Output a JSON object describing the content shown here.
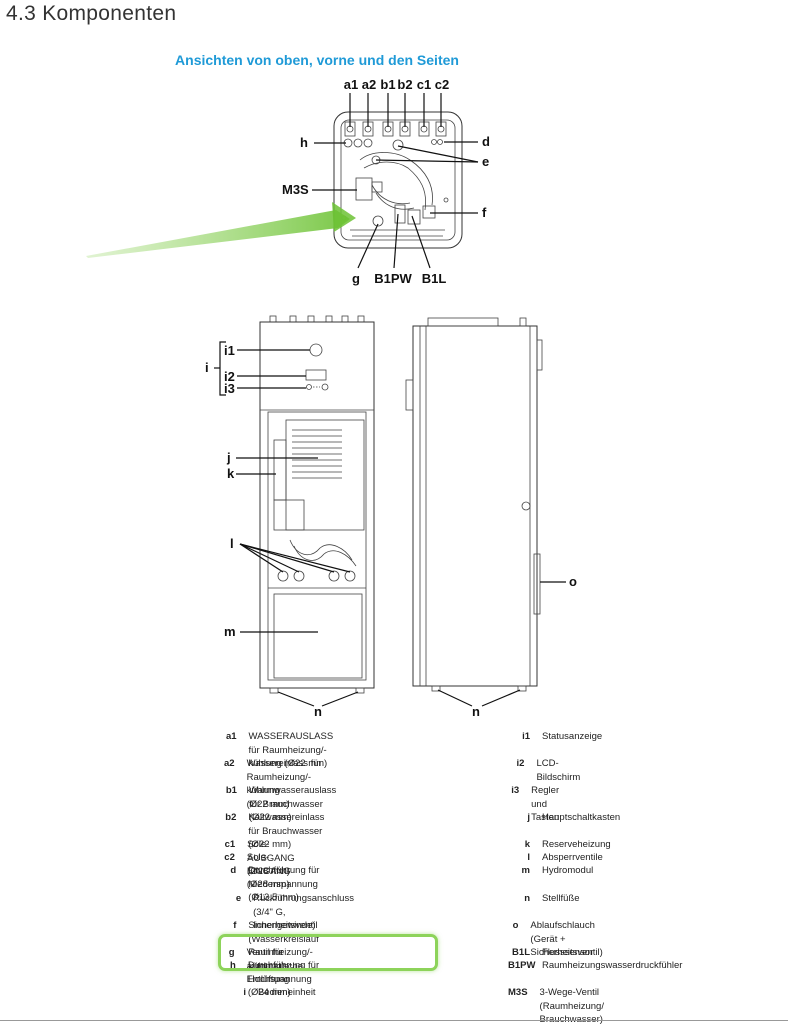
{
  "heading": "4.3  Komponenten",
  "subheading": "Ansichten von oben, vorne und den Seiten",
  "labels": {
    "a1": "a1",
    "a2": "a2",
    "b1": "b1",
    "b2": "b2",
    "c1": "c1",
    "c2": "c2",
    "h": "h",
    "d": "d",
    "e": "e",
    "m3s": "M3S",
    "f": "f",
    "g": "g",
    "b1pw": "B1PW",
    "b1l": "B1L",
    "i": "i",
    "i1": "i1",
    "i2": "i2",
    "i3": "i3",
    "j": "j",
    "k": "k",
    "l": "l",
    "m": "m",
    "n_front": "n",
    "n_side": "n",
    "o": "o"
  },
  "legend_left": [
    {
      "key": "a1",
      "text": "WASSERAUSLASS für Raumheizung/-\nkühlung (Ø22 mm)"
    },
    {
      "key": "a2",
      "text": "Wassereinlass für Raumheizung/-kühlung\n(Ø22 mm)"
    },
    {
      "key": "b1",
      "text": "Warmwasserauslass für Brauchwasser\n(Ø22 mm)"
    },
    {
      "key": "b2",
      "text": "Kaltwassereinlass für Brauchwasser\n(Ø22 mm)"
    },
    {
      "key": "c1",
      "text": "Sole-AUSGANG (Ø28 mm)"
    },
    {
      "key": "c2",
      "text": "Sole-EINGANG (Ø28 mm)"
    },
    {
      "key": "d",
      "text": "Durchführung für Niederspannung\n(Ø13,5 mm)"
    },
    {
      "key": "e",
      "text": "Rückführungsanschluss (3/4\" G,\nInnengewinde)"
    },
    {
      "key": "f",
      "text": "Sicherheitsventil (Wasserkreislauf\nRaumheizung/-kühlung)"
    },
    {
      "key": "g",
      "text": "Ventil für automatische Entlüftung"
    },
    {
      "key": "h",
      "text": "Durchführung für Hochspannung\n(Ø24 mm)"
    },
    {
      "key": "i",
      "text": "Bedieneinheit"
    }
  ],
  "legend_right": [
    {
      "key": "i1",
      "text": "Statusanzeige"
    },
    {
      "key": "i2",
      "text": "LCD-Bildschirm"
    },
    {
      "key": "i3",
      "text": "Regler und Tasten"
    },
    {
      "key": "j",
      "text": "Hauptschaltkasten"
    },
    {
      "key": "k",
      "text": "Reserveheizung"
    },
    {
      "key": "l",
      "text": "Absperrventile"
    },
    {
      "key": "m",
      "text": "Hydromodul"
    },
    {
      "key": "n",
      "text": "Stellfüße"
    },
    {
      "key": "o",
      "text": "Ablaufschlauch (Gerät + Sicherheitsventil)"
    },
    {
      "key": "B1L",
      "text": "Flusssensor"
    },
    {
      "key": "B1PW",
      "text": "Raumheizungswasserdruckfühler"
    },
    {
      "key": "M3S",
      "text": "3-Wege-Ventil (Raumheizung/\nBrauchwasser)"
    }
  ]
}
